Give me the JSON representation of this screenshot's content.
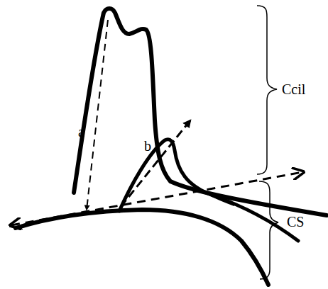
{
  "diagram": {
    "labels": [
      "a",
      "b",
      "Ccil",
      "CS"
    ]
  }
}
